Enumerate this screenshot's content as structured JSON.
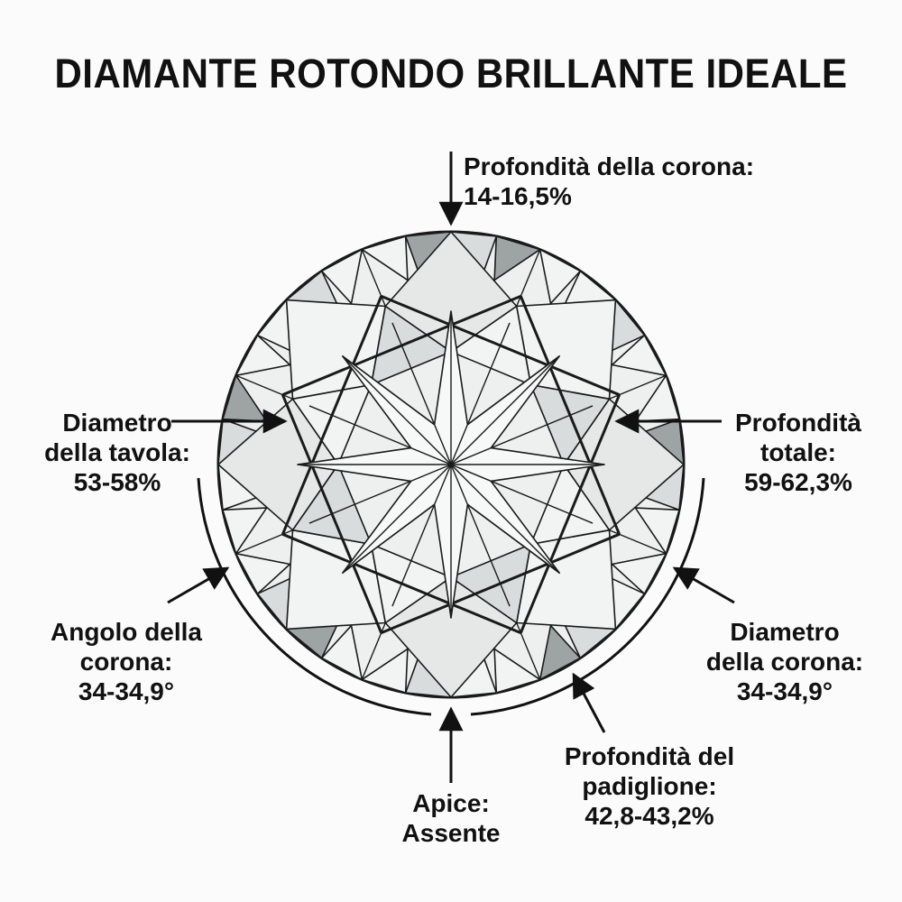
{
  "title": "DIAMANTE ROTONDO BRILLANTE IDEALE",
  "labels": {
    "crown_depth": "Profondità della corona:\n14-16,5%",
    "table_diameter": "Diametro\ndella tavola:\n53-58%",
    "total_depth": "Profondità\ntotale:\n59-62,3%",
    "crown_angle": "Angolo della\ncorona:\n34-34,9°",
    "crown_diameter": "Diametro\ndella corona:\n34-34,9°",
    "pavilion_depth": "Profondità del\npadiglione:\n42,8-43,2%",
    "culet": "Apice:\nAssente"
  },
  "colors": {
    "line": "#1a1a1a",
    "facet_light": "#f2f3f3",
    "facet_mid": "#d9dcdc",
    "facet_dark": "#9ea3a4",
    "background": "#fbfbfb"
  }
}
